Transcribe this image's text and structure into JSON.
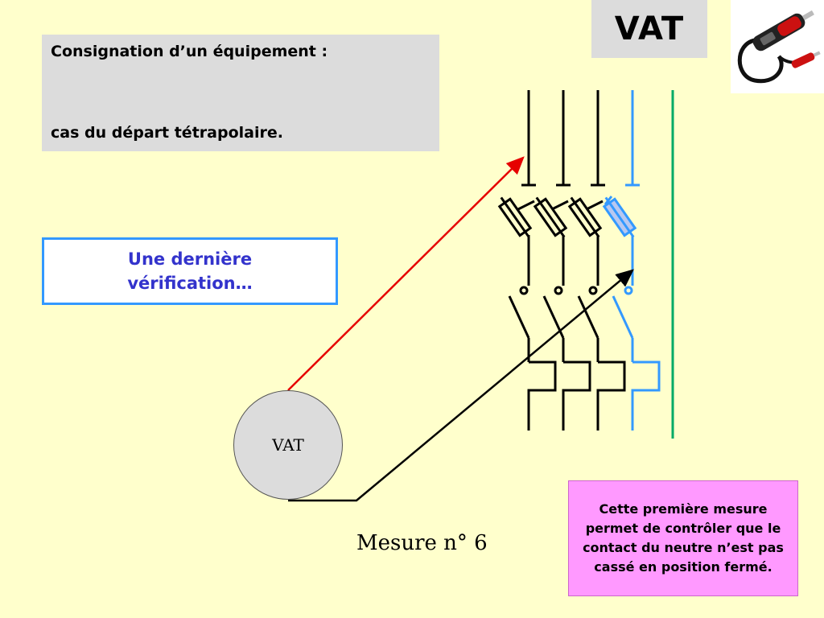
{
  "title": {
    "line1": "Consignation d’un équipement :",
    "line2": "cas du départ tétrapolaire."
  },
  "header_badge": "VAT",
  "photo": {
    "icon": "voltage-tester-photo",
    "brand_text": ""
  },
  "callout_blue": {
    "line1": "Une dernière",
    "line2": "vérification…"
  },
  "callout_pink": {
    "text": "Cette première mesure permet de contrôler que le contact du neutre n’est pas cassé en position fermé."
  },
  "vat_device_label": "VAT",
  "measure_label": "Mesure n° 6",
  "colors": {
    "background": "#ffffcc",
    "phase": "#000000",
    "neutral": "#3399ff",
    "earth": "#00aa66",
    "probe_red": "#e60000",
    "probe_black": "#000000"
  }
}
